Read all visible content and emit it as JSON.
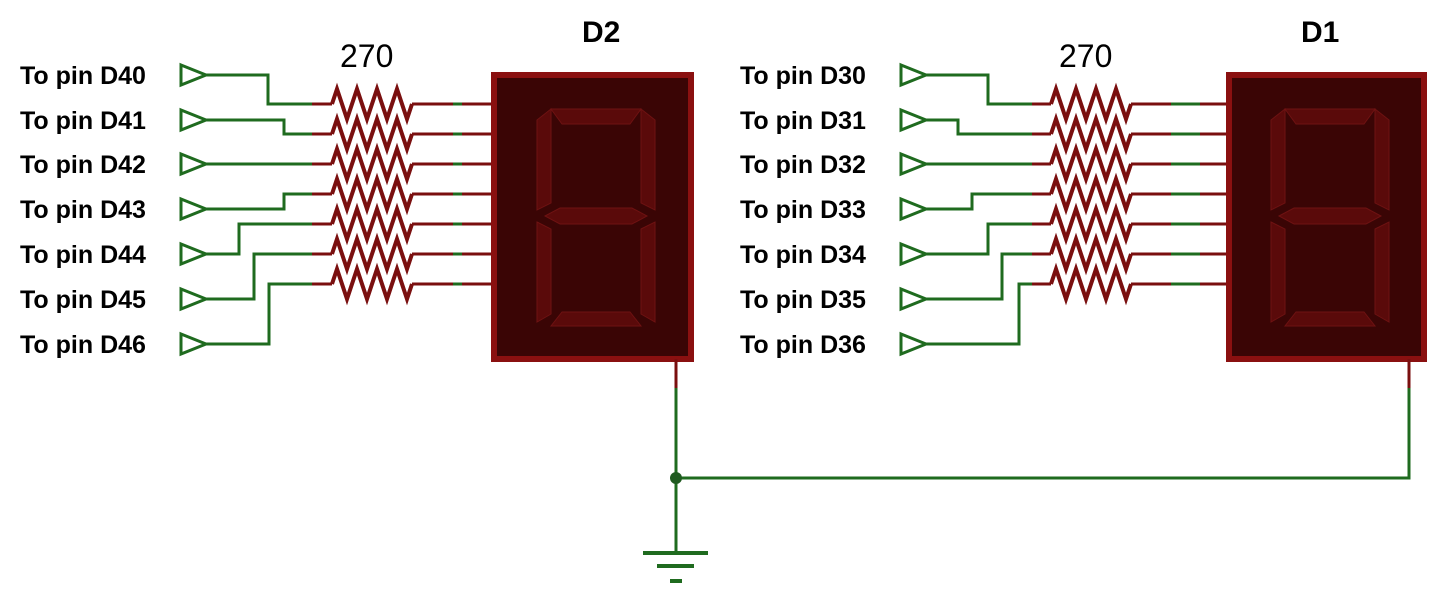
{
  "left_group": {
    "resistor_value": "270",
    "display_label": "D2",
    "pins": [
      "To pin D40",
      "To pin D41",
      "To pin D42",
      "To pin D43",
      "To pin D44",
      "To pin D45",
      "To pin D46"
    ]
  },
  "right_group": {
    "resistor_value": "270",
    "display_label": "D1",
    "pins": [
      "To pin D30",
      "To pin D31",
      "To pin D32",
      "To pin D33",
      "To pin D34",
      "To pin D35",
      "To pin D36"
    ]
  },
  "colors": {
    "wire": "#1f6b1f",
    "component": "#7a0f0f",
    "display_body": "#3a0505",
    "segment": "#5a0a0a"
  }
}
